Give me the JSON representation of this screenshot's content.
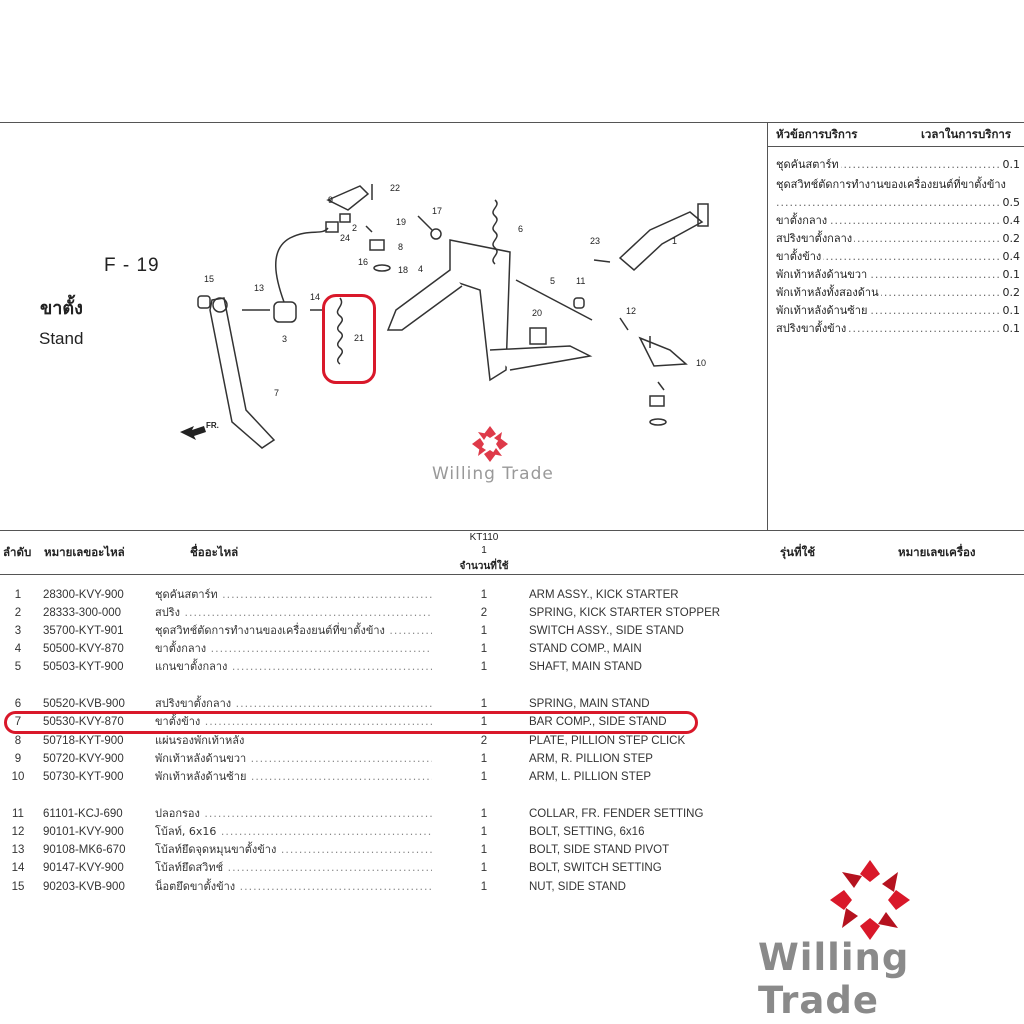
{
  "figure": {
    "code": "F - 19",
    "title_th": "ขาตั้ง",
    "title_en": "Stand",
    "front_marker": "FR.",
    "callouts": [
      "1",
      "2",
      "3",
      "4",
      "5",
      "6",
      "7",
      "8",
      "9",
      "10",
      "11",
      "12",
      "13",
      "14",
      "15",
      "16",
      "17",
      "18",
      "19",
      "20",
      "21",
      "22",
      "23",
      "24"
    ]
  },
  "service_table": {
    "header_left": "หัวข้อการบริการ",
    "header_right": "เวลาในการบริการ",
    "rows": [
      {
        "label": "ชุดคันสตาร์ท",
        "value": "0.1"
      },
      {
        "label": "ชุดสวิทช์ตัดการทำงานของเครื่องยนต์ที่ขาตั้งข้าง",
        "value": ""
      },
      {
        "label": "",
        "value": "0.5"
      },
      {
        "label": "ขาตั้งกลาง",
        "value": "0.4"
      },
      {
        "label": "สปริงขาตั้งกลาง",
        "value": "0.2"
      },
      {
        "label": "ขาตั้งข้าง",
        "value": "0.4"
      },
      {
        "label": "พักเท้าหลังด้านขวา",
        "value": "0.1"
      },
      {
        "label": "พักเท้าหลังทั้งสองด้าน",
        "value": "0.2"
      },
      {
        "label": "พักเท้าหลังด้านซ้าย",
        "value": "0.1"
      },
      {
        "label": "สปริงขาตั้งข้าง",
        "value": "0.1"
      }
    ]
  },
  "parts_table": {
    "headers": {
      "no": "ลำดับ",
      "part_no": "หมายเลขอะไหล่",
      "name": "ชื่ออะไหล่",
      "model": "KT110",
      "model_sub": "1",
      "qty": "จำนวนที่ใช้",
      "used_model": "รุ่นที่ใช้",
      "engine_no": "หมายเลขเครื่อง"
    },
    "rows": [
      {
        "no": "1",
        "part_no": "28300-KVY-900",
        "name_th": "ชุดคันสตาร์ท",
        "qty": "1",
        "name_en": "ARM ASSY., KICK STARTER"
      },
      {
        "no": "2",
        "part_no": "28333-300-000",
        "name_th": "สปริง",
        "qty": "2",
        "name_en": "SPRING, KICK STARTER STOPPER"
      },
      {
        "no": "3",
        "part_no": "35700-KYT-901",
        "name_th": "ชุดสวิทช์ตัดการทำงานของเครื่องยนต์ที่ขาตั้งข้าง",
        "qty": "1",
        "name_en": "SWITCH ASSY., SIDE STAND"
      },
      {
        "no": "4",
        "part_no": "50500-KVY-870",
        "name_th": "ขาตั้งกลาง",
        "qty": "1",
        "name_en": "STAND COMP., MAIN"
      },
      {
        "no": "5",
        "part_no": "50503-KYT-900",
        "name_th": "แกนขาตั้งกลาง",
        "qty": "1",
        "name_en": "SHAFT, MAIN STAND"
      },
      {
        "no": "6",
        "part_no": "50520-KVB-900",
        "name_th": "สปริงขาตั้งกลาง",
        "qty": "1",
        "name_en": "SPRING, MAIN STAND"
      },
      {
        "no": "7",
        "part_no": "50530-KVY-870",
        "name_th": "ขาตั้งข้าง",
        "qty": "1",
        "name_en": "BAR COMP., SIDE STAND"
      },
      {
        "no": "8",
        "part_no": "50718-KYT-900",
        "name_th": "แผ่นรองพักเท้าหลัง",
        "qty": "2",
        "name_en": "PLATE, PILLION STEP CLICK"
      },
      {
        "no": "9",
        "part_no": "50720-KVY-900",
        "name_th": "พักเท้าหลังด้านขวา",
        "qty": "1",
        "name_en": "ARM, R. PILLION STEP"
      },
      {
        "no": "10",
        "part_no": "50730-KYT-900",
        "name_th": "พักเท้าหลังด้านซ้าย",
        "qty": "1",
        "name_en": "ARM, L. PILLION STEP"
      },
      {
        "no": "11",
        "part_no": "61101-KCJ-690",
        "name_th": "ปลอกรอง",
        "qty": "1",
        "name_en": "COLLAR, FR. FENDER SETTING"
      },
      {
        "no": "12",
        "part_no": "90101-KVY-900",
        "name_th": "โบ้ลท์, 6x16",
        "qty": "1",
        "name_en": "BOLT, SETTING, 6x16"
      },
      {
        "no": "13",
        "part_no": "90108-MK6-670",
        "name_th": "โบ้ลท์ยึดจุดหมุนขาตั้งข้าง",
        "qty": "1",
        "name_en": "BOLT, SIDE STAND PIVOT"
      },
      {
        "no": "14",
        "part_no": "90147-KVY-900",
        "name_th": "โบ้ลท์ยึดสวิทช์",
        "qty": "1",
        "name_en": "BOLT, SWITCH SETTING"
      },
      {
        "no": "15",
        "part_no": "90203-KVB-900",
        "name_th": "น็อตยึดขาตั้งข้าง",
        "qty": "1",
        "name_en": "NUT, SIDE STAND"
      }
    ]
  },
  "watermark": {
    "name": "Willing Trade",
    "color": "#d9182a"
  },
  "brand_logo": {
    "name": "Willing Trade",
    "color": "#d9182a"
  },
  "highlight_color": "#d9182a"
}
